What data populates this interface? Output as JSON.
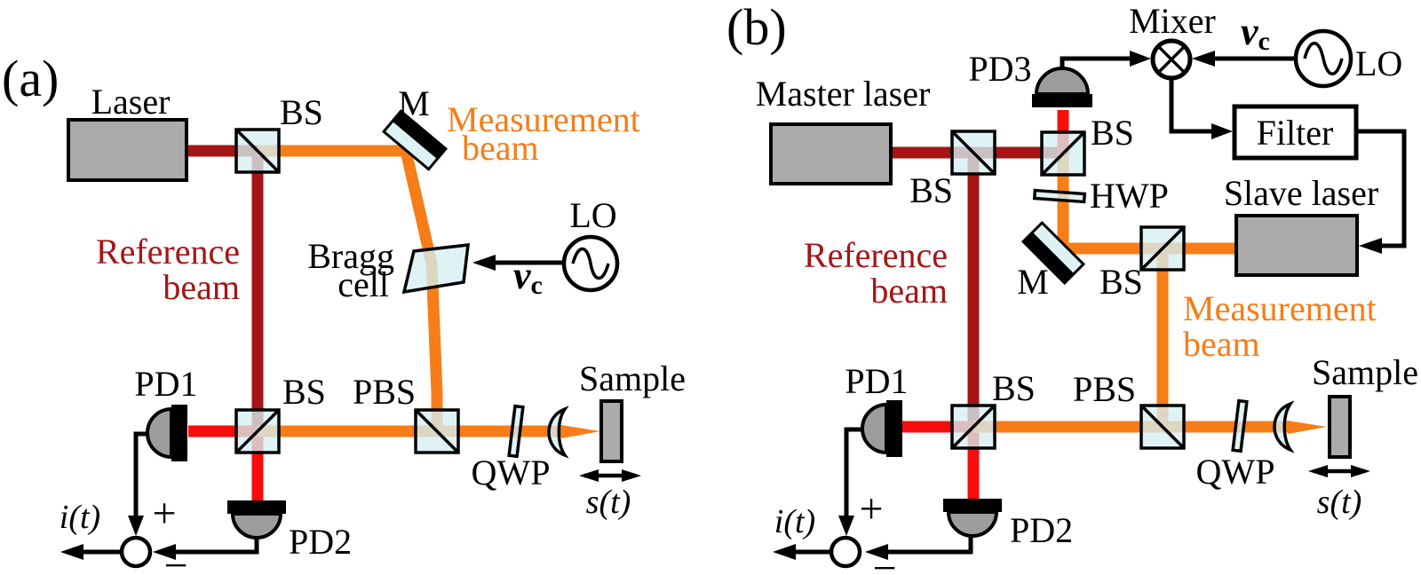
{
  "colors": {
    "ink": "#000000",
    "dark_red": "#A51515",
    "red": "#F80D0D",
    "orange": "#F67D18",
    "glass": "#D6EFF3",
    "box_gray": "#ABABAB",
    "pd_gray": "#9C9C9C"
  },
  "panel_a": {
    "tag": "(a)",
    "laser": "Laser",
    "bs_top": "BS",
    "mirror": "M",
    "measurement_1": "Measurement",
    "measurement_2": "beam",
    "reference_1": "Reference",
    "reference_2": "beam",
    "bragg_1": "Bragg",
    "bragg_2": "cell",
    "lo": "LO",
    "nu": "ν",
    "nu_sub": "c",
    "pd1": "PD1",
    "bs_bottom": "BS",
    "pbs": "PBS",
    "qwp": "QWP",
    "sample": "Sample",
    "s_t": "s(t)",
    "pd2": "PD2",
    "i_t": "i(t)",
    "plus": "+",
    "minus": "−"
  },
  "panel_b": {
    "tag": "(b)",
    "master_laser": "Master laser",
    "pd3": "PD3",
    "mixer": "Mixer",
    "nu": "ν",
    "nu_sub": "c",
    "lo": "LO",
    "filter": "Filter",
    "bs1": "BS",
    "bs2": "BS",
    "hwp": "HWP",
    "slave_laser": "Slave laser",
    "mirror": "M",
    "bs3": "BS",
    "measurement_1": "Measurement",
    "measurement_2": "beam",
    "reference_1": "Reference",
    "reference_2": "beam",
    "pd1": "PD1",
    "bs_bottom": "BS",
    "pbs": "PBS",
    "qwp": "QWP",
    "sample": "Sample",
    "s_t": "s(t)",
    "pd2": "PD2",
    "i_t": "i(t)",
    "plus": "+",
    "minus": "−"
  }
}
